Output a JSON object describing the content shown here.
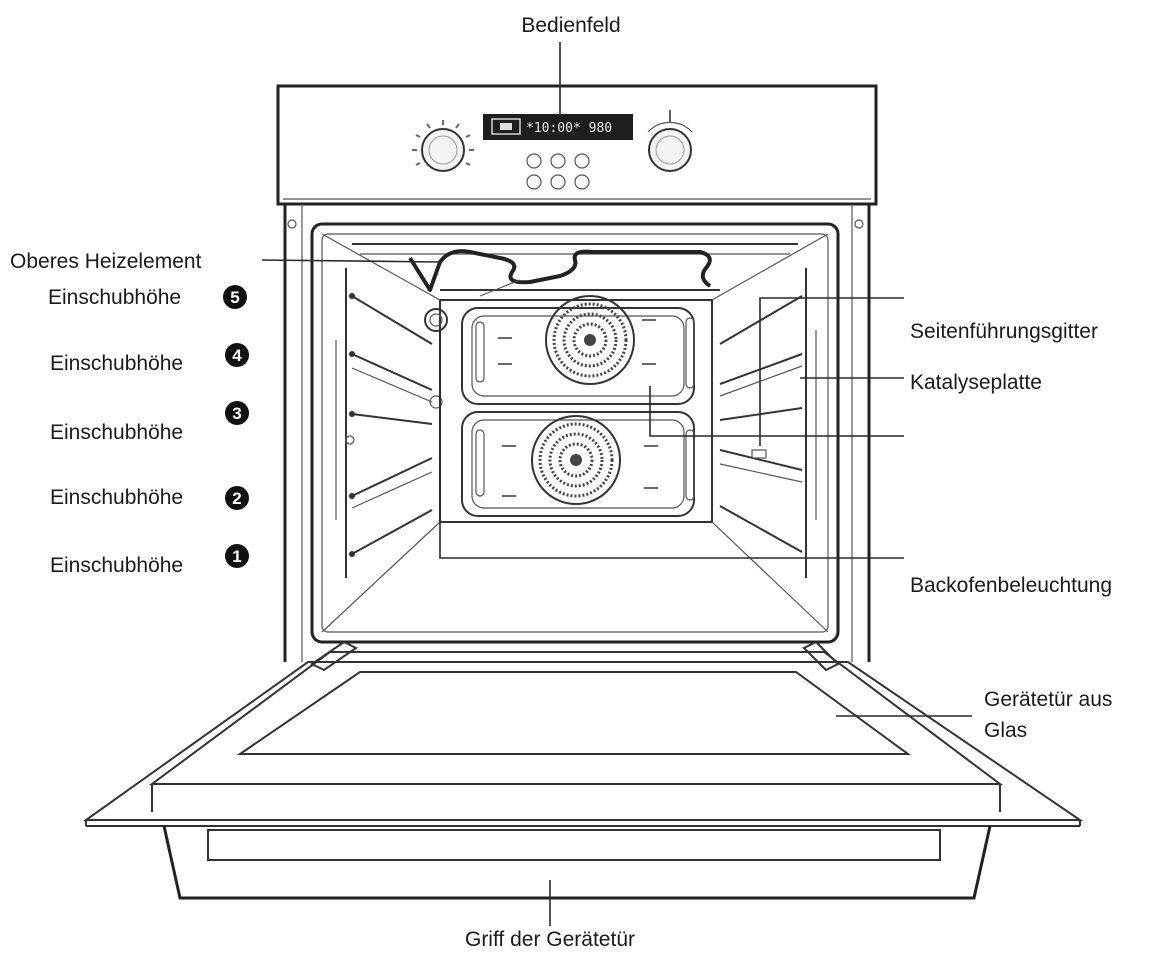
{
  "labels": {
    "control_panel": "Bedienfeld",
    "upper_heating": "Oberes Heizelement",
    "side_rails": "Seitenführungsgitter",
    "catalytic_panel": "Katalyseplatte",
    "oven_light": "Backofenbeleuchtung",
    "glass_door_line1": "Gerätetür aus",
    "glass_door_line2": "Glas",
    "door_handle": "Griff der Gerätetür"
  },
  "levels": [
    {
      "text": "Einschubhöhe",
      "number": "5"
    },
    {
      "text": "Einschubhöhe",
      "number": "4"
    },
    {
      "text": "Einschubhöhe",
      "number": "3"
    },
    {
      "text": "Einschubhöhe",
      "number": "2"
    },
    {
      "text": "Einschubhöhe",
      "number": "1"
    }
  ],
  "display": {
    "readout": "*10:00* 980"
  },
  "icons": {
    "left_knob": "selector-knob-icon",
    "right_knob": "thermostat-knob-icon",
    "fan": "fan-icon",
    "lamp": "lamp-icon"
  }
}
